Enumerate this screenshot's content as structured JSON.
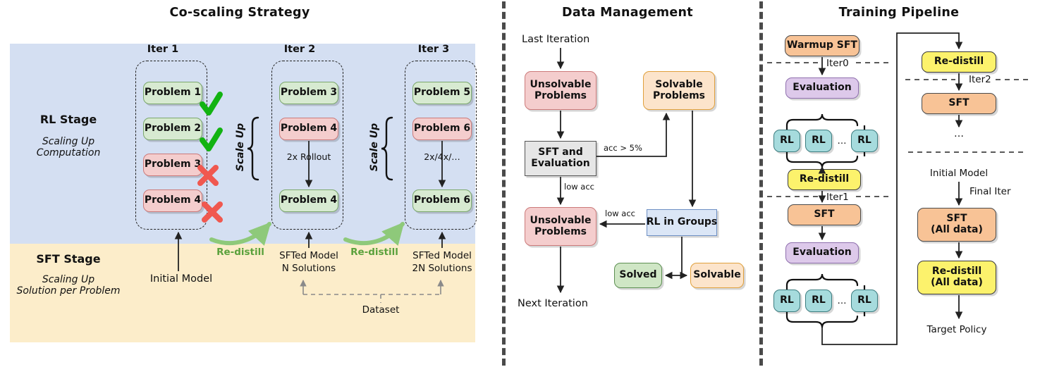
{
  "panels": {
    "left": {
      "title": "Co-scaling Strategy"
    },
    "middle": {
      "title": "Data Management"
    },
    "right": {
      "title": "Training Pipeline"
    }
  },
  "colors": {
    "band_rl": "#d4dff2",
    "band_sft": "#fcedca",
    "green": "#d7ead1",
    "red": "#f4cdcd",
    "orange": "#f8c396",
    "orange_light": "#fce4cb",
    "yellow": "#fcf26c",
    "purple": "#ddc9ea",
    "teal": "#a6dbdd",
    "blue": "#dbe6f6",
    "gray": "#e6e6e6",
    "check": "#12b312",
    "cross": "#f0584f",
    "redistill_arrow": "#8ec97a"
  },
  "coscaling": {
    "stages": [
      {
        "name": "RL Stage",
        "sub1": "Scaling Up",
        "sub2": "Computation"
      },
      {
        "name": "SFT Stage",
        "sub1": "Scaling Up",
        "sub2": "Solution per Problem"
      }
    ],
    "iterations": [
      {
        "header": "Iter 1",
        "problems": [
          {
            "label": "Problem 1",
            "state": "green",
            "mark": "check"
          },
          {
            "label": "Problem 2",
            "state": "green",
            "mark": "check"
          },
          {
            "label": "Problem 3",
            "state": "red",
            "mark": "cross"
          },
          {
            "label": "Problem 4",
            "state": "red",
            "mark": "cross"
          }
        ],
        "caption": "Initial Model",
        "scale_label": "",
        "rollout_label": ""
      },
      {
        "header": "Iter 2",
        "problems": [
          {
            "label": "Problem 3",
            "state": "green",
            "mark": "none"
          },
          {
            "label": "Problem 4",
            "state": "red",
            "mark": "none"
          },
          {
            "label": "Problem 4",
            "state": "green",
            "mark": "none"
          }
        ],
        "caption_line1": "SFTed Model",
        "caption_line2": "N Solutions",
        "scale_label": "Scale Up",
        "rollout_label": "2x Rollout"
      },
      {
        "header": "Iter 3",
        "problems": [
          {
            "label": "Problem 5",
            "state": "green",
            "mark": "none"
          },
          {
            "label": "Problem 6",
            "state": "red",
            "mark": "none"
          },
          {
            "label": "Problem 6",
            "state": "green",
            "mark": "none"
          }
        ],
        "caption_line1": "SFTed Model",
        "caption_line2": "2N Solutions",
        "scale_label": "Scale Up",
        "rollout_label": "2x/4x/…"
      }
    ],
    "redistill_labels": [
      "Re-distill",
      "Re-distill"
    ],
    "dataset_label": "Dataset"
  },
  "data_management": {
    "entry_label": "Last Iteration",
    "exit_label": "Next Iteration",
    "nodes": [
      {
        "id": "unsolvable_top",
        "label_line1": "Unsolvable",
        "label_line2": "Problems",
        "style": "r"
      },
      {
        "id": "solvable",
        "label_line1": "Solvable",
        "label_line2": "Problems",
        "style": "olite"
      },
      {
        "id": "sft_eval",
        "label_line1": "SFT and",
        "label_line2": "Evaluation",
        "style": "gray"
      },
      {
        "id": "unsolvable_bot",
        "label_line1": "Unsolvable",
        "label_line2": "Problems",
        "style": "r"
      },
      {
        "id": "rl_groups",
        "label_line1": "RL in Groups",
        "label_line2": "",
        "style": "b"
      },
      {
        "id": "solved",
        "label_line1": "Solved",
        "label_line2": "",
        "style": "gsolid"
      },
      {
        "id": "solvable_small",
        "label_line1": "Solvable",
        "label_line2": "",
        "style": "olite"
      }
    ],
    "edge_labels": {
      "acc_gt": "acc > 5%",
      "low_acc_1": "low acc",
      "low_acc_2": "low acc"
    }
  },
  "training_pipeline": {
    "left_column": {
      "nodes": [
        {
          "label": "Warmup SFT",
          "style": "o"
        },
        {
          "label": "Evaluation",
          "style": "p"
        },
        {
          "label": "Re-distill",
          "style": "y"
        },
        {
          "label": "SFT",
          "style": "o"
        },
        {
          "label": "Evaluation",
          "style": "p"
        }
      ],
      "rl_row": {
        "items": [
          "RL",
          "RL",
          "RL"
        ],
        "ellipsis": "…"
      },
      "iter_labels": [
        "Iter0",
        "Iter1"
      ]
    },
    "right_column": {
      "nodes": [
        {
          "label": "Re-distill",
          "style": "y"
        },
        {
          "label": "SFT",
          "style": "o"
        }
      ],
      "iter_label": "Iter2",
      "ellipsis": "…",
      "initial_model": "Initial Model",
      "final_iter": "Final Iter",
      "final_nodes": [
        {
          "label_line1": "SFT",
          "label_line2": "(All data)",
          "style": "o"
        },
        {
          "label_line1": "Re-distill",
          "label_line2": "(All data)",
          "style": "y"
        }
      ],
      "target_policy": "Target Policy"
    }
  }
}
